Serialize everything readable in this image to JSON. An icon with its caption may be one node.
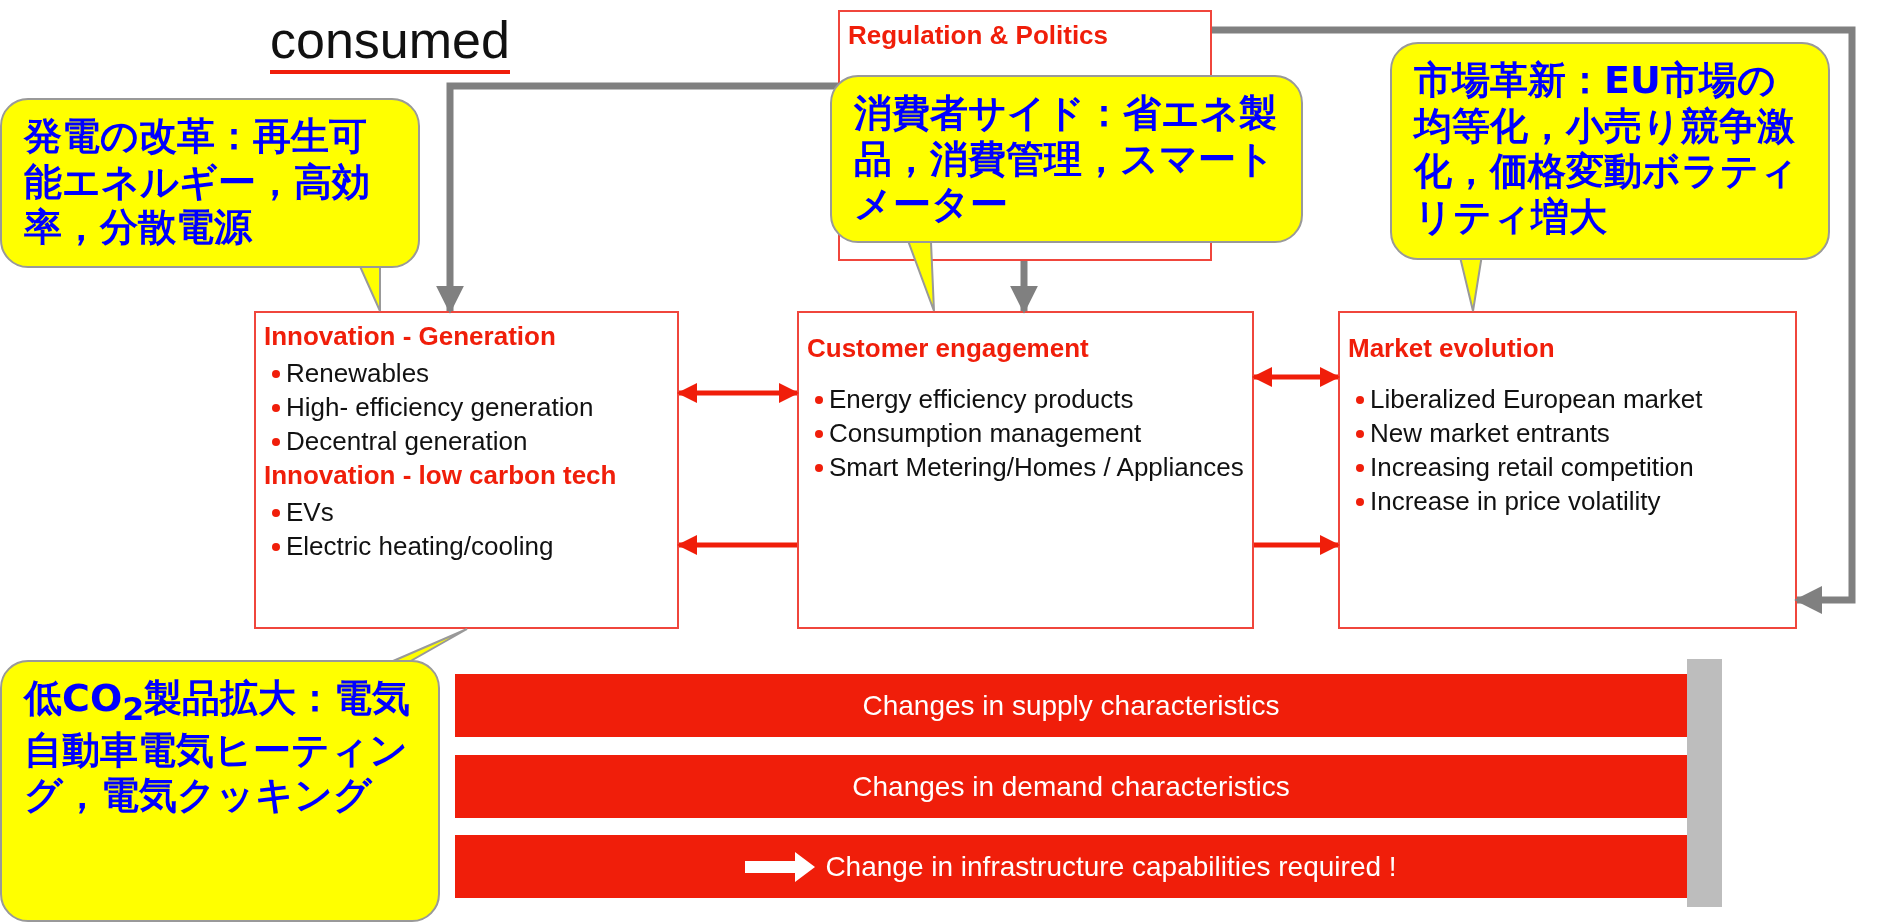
{
  "diagram": {
    "nodes": [
      {
        "text": [
          "Regulation & Politics"
        ]
      },
      {
        "text": [
          "発電の改革：再生可能エネルギー，高効率，分散電源"
        ]
      },
      {
        "text": [
          "消費者サイド：省エネ製品，消費管理，スマートメーター"
        ]
      },
      {
        "text": [
          "市場革新：EU市場の均等化，小売り競争激化，価格変動ボラティリティ増大"
        ]
      },
      {
        "text": [
          "Innovation - Generation",
          "Renewables",
          "High- efficiency generation",
          "Decentral generation",
          "Innovation - low carbon tech",
          "EVs",
          "Electric heating/cooling"
        ]
      },
      {
        "text": [
          "Customer engagement",
          "Energy efficiency products",
          "Consumption management",
          "Smart Metering/Homes / Appliances"
        ]
      },
      {
        "text": [
          "Market evolution",
          "Liberalized European market",
          "New market entrants",
          "Increasing retail competition",
          "Increase in price volatility"
        ]
      },
      {
        "text": [
          "低CO$_{2}$製品拡大：電気自動車電気ヒーティング，電気クッキング"
        ]
      },
      {
        "text": [
          "Changes in supply characteristics"
        ]
      },
      {
        "text": [
          "Changes in demand characteristics"
        ]
      },
      {
        "text": [
          "Change in infrastructure capabilities required !"
        ]
      },
      {
        "text": [],
        "shape": "bar"
      }
    ],
    "edges": [
      {
        "from": 0,
        "to": 4,
        "arrow": "to",
        "color": "#808080"
      },
      {
        "from": 0,
        "to": 5,
        "arrow": "to",
        "color": "#808080"
      },
      {
        "from": 0,
        "to": 6,
        "arrow": "to",
        "color": "#808080"
      },
      {
        "from": 1,
        "to": 4,
        "arrow": "none",
        "color": "#ffff00"
      },
      {
        "from": 2,
        "to": 5,
        "arrow": "none",
        "color": "#ffff00"
      },
      {
        "from": 3,
        "to": 6,
        "arrow": "none",
        "color": "#ffff00"
      },
      {
        "from": 4,
        "to": 5,
        "arrow": "both"
      },
      {
        "from": 5,
        "to": 4,
        "arrow": "to"
      },
      {
        "from": 5,
        "to": 6,
        "arrow": "both"
      },
      {
        "from": 5,
        "to": 6,
        "arrow": "to"
      },
      {
        "from": 7,
        "to": 4,
        "arrow": "none",
        "color": "#ffff00"
      }
    ],
    "labels": [
      "consumed"
    ]
  }
}
